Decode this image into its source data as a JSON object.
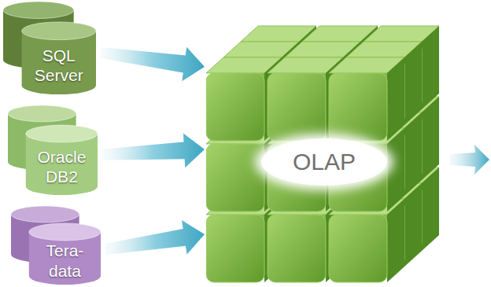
{
  "diagram": {
    "nodes": [
      {
        "text": [
          "SQL Server"
        ]
      },
      {
        "text": [
          "Oracle DB2"
        ]
      },
      {
        "text": [
          "Tera- data"
        ]
      },
      {
        "text": [
          "OLAP"
        ]
      }
    ],
    "edges": [
      {
        "from": 0,
        "to": 3,
        "arrow": "to"
      },
      {
        "from": 1,
        "to": 3,
        "arrow": "to"
      },
      {
        "from": 2,
        "to": 3,
        "arrow": "to"
      }
    ]
  }
}
